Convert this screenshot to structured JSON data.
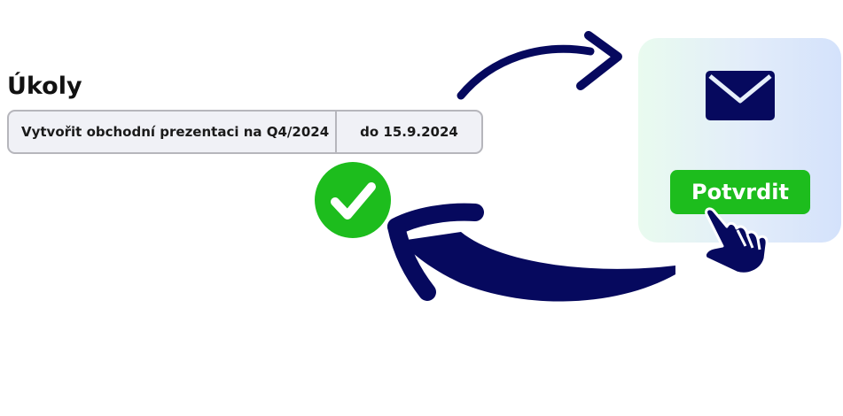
{
  "tasks": {
    "title": "Úkoly",
    "item": {
      "name": "Vytvořit obchodní prezentaci na Q4/2024",
      "due": "do 15.9.2024"
    }
  },
  "email_card": {
    "icon": "envelope-icon",
    "button_label": "Potvrdit"
  },
  "status": {
    "icon": "checkmark-icon"
  },
  "colors": {
    "green": "#1dbd1d",
    "navy": "#06095e",
    "row_background": "#f0f1f6",
    "row_border": "#b6b6bc"
  }
}
